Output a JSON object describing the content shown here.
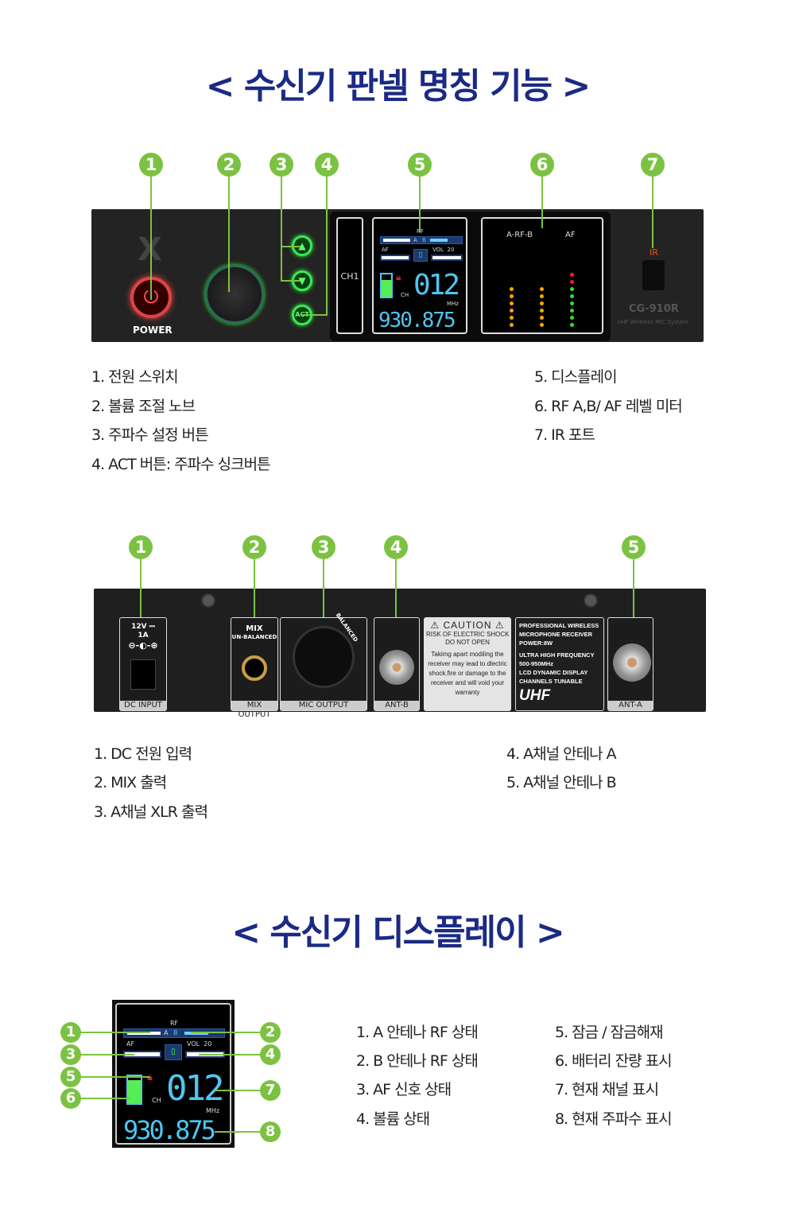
{
  "titles": {
    "panel": "< 수신기 판넬 명칭 기능 >",
    "display": "< 수신기 디스플레이 >"
  },
  "front": {
    "callouts": [
      "1",
      "2",
      "3",
      "4",
      "5",
      "6",
      "7"
    ],
    "power_label": "POWER",
    "logo": "X",
    "act_label": "ACT",
    "ch_label": "CH1",
    "lcd": {
      "rf": "RF",
      "a": "A",
      "b": "B",
      "af": "AF",
      "vol": "VOL  20",
      "ch": "CH",
      "channel": "012",
      "mhz": "MHz",
      "freq": "930.875"
    },
    "meter": {
      "rf_label": "A-RF-B",
      "af_label": "AF"
    },
    "ir_label": "IR",
    "model": "CG-910R",
    "model_sub": "UHF Wireless MIC System",
    "list_left": [
      "1. 전원 스위치",
      "2. 볼륨 조절 노브",
      "3. 주파수 설정 버튼",
      "4. ACT 버튼: 주파수 싱크버튼"
    ],
    "list_right": [
      "5. 디스플레이",
      "6. RF A,B/ AF 레벨 미터",
      "7. IR 포트"
    ]
  },
  "rear": {
    "callouts": [
      "1",
      "2",
      "3",
      "4",
      "5"
    ],
    "dc": {
      "spec1": "12V ⎓",
      "spec2": "1A",
      "polarity": "⊖-◐-⊕",
      "label": "DC INPUT"
    },
    "mix": {
      "title": "MIX",
      "sub": "UN-BALANCED",
      "label": "MIX OUTPUT"
    },
    "mic": {
      "balanced": "BALANCED",
      "label": "MIC OUTPUT"
    },
    "antb": "ANT-B",
    "anta": "ANT-A",
    "caution": {
      "title": "CAUTION",
      "line1": "RISK OF ELECTRIC SHOCK",
      "line2": "DO NOT OPEN",
      "body": "Takimg apart modiling the receiver may iead to dlectric shock.fire  or damage to the receiver and will void your warranty"
    },
    "spec": {
      "l1": "PROFESSIONAL WIRELESS",
      "l2": "MICROPHONE RECEIVER",
      "l3": "POWER:8W",
      "l4": "ULTRA HIGH FREQUENCY",
      "l5": "500-950MHz",
      "l6": "LCD DYNAMIC DISPLAY",
      "l7": "CHANNELS TUNABLE",
      "uhf": "UHF"
    },
    "list_left": [
      "1. DC 전원 입력",
      "2. MIX 출력",
      "3. A채널 XLR 출력"
    ],
    "list_right": [
      "4. A채널 안테나 A",
      "5. A채널 안테나 B"
    ]
  },
  "display": {
    "callouts": [
      "1",
      "3",
      "5",
      "6",
      "2",
      "4",
      "7",
      "8"
    ],
    "list_left": [
      "1. A 안테나 RF 상태",
      "2. B 안테나 RF 상태",
      "3. AF 신호 상태",
      "4. 볼륨 상태"
    ],
    "list_right": [
      "5. 잠금 / 잠금해재",
      "6. 배터리 잔량 표시",
      "7. 현재 채널 표시",
      "8. 현재 주파수 표시"
    ]
  },
  "colors": {
    "title": "#1b2a84",
    "callout": "#7cc242",
    "lcd_text": "#4fc6f0"
  }
}
